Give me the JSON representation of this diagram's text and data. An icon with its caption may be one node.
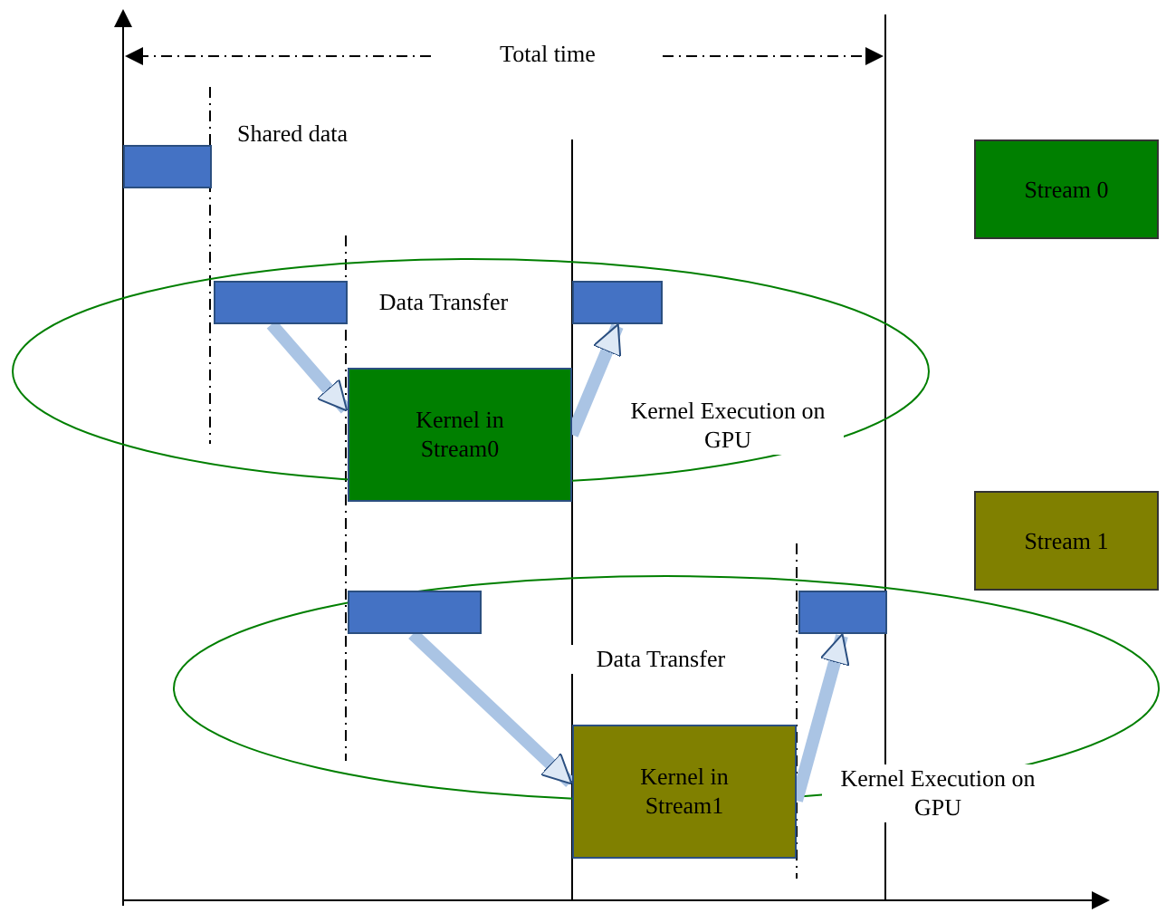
{
  "diagram": {
    "nodes": [
      {
        "text": [],
        "shape": "bar",
        "beside": [
          "Shared data"
        ]
      },
      {
        "text": [],
        "shape": "bar"
      },
      {
        "text": [
          "Kernel in Stream0"
        ]
      },
      {
        "text": [],
        "shape": "bar"
      },
      {
        "text": [],
        "shape": "bar"
      },
      {
        "text": [
          "Kernel in Stream1"
        ]
      },
      {
        "text": [],
        "shape": "bar"
      }
    ],
    "edges": [
      {
        "from": 1,
        "to": 2,
        "arrow": "to"
      },
      {
        "from": 2,
        "to": 3,
        "arrow": "to"
      },
      {
        "from": 4,
        "to": 5,
        "arrow": "to"
      },
      {
        "from": 5,
        "to": 6,
        "arrow": "to"
      }
    ],
    "labels": [
      "Total time",
      "Data Transfer",
      "Kernel Execution on GPU",
      "Data Transfer",
      "Kernel Execution on GPU"
    ],
    "legend": [
      {
        "text": "Stream 0",
        "color": "#007f00"
      },
      {
        "text": "Stream 1",
        "color": "#808000"
      }
    ]
  }
}
